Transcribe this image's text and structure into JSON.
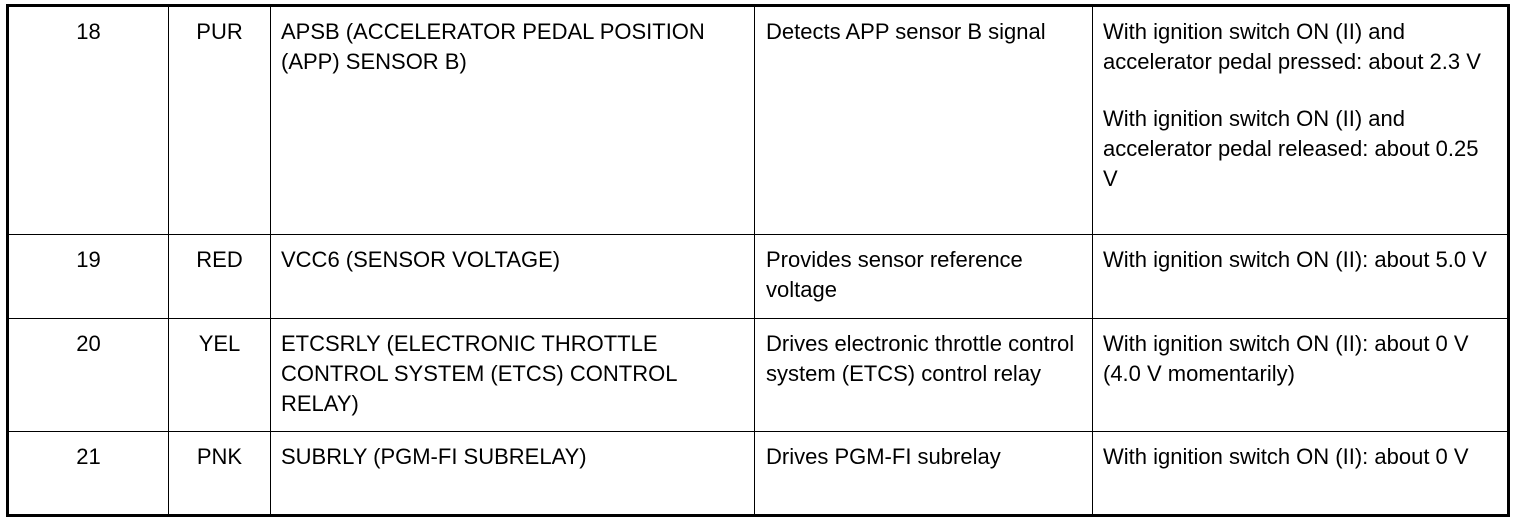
{
  "rows": [
    {
      "number": "18",
      "wire_color": "PUR",
      "terminal_name": "APSB (ACCELERATOR PEDAL POSITION (APP) SENSOR B)",
      "description": "Detects APP sensor B signal",
      "signal": [
        "With ignition switch ON (II) and accelerator pedal pressed: about 2.3 V",
        "With ignition switch ON (II) and accelerator pedal released: about 0.25 V"
      ]
    },
    {
      "number": "19",
      "wire_color": "RED",
      "terminal_name": "VCC6 (SENSOR VOLTAGE)",
      "description": "Provides sensor reference voltage",
      "signal": [
        "With ignition switch ON (II): about 5.0 V"
      ]
    },
    {
      "number": "20",
      "wire_color": "YEL",
      "terminal_name": "ETCSRLY (ELECTRONIC THROTTLE CONTROL SYSTEM (ETCS) CONTROL RELAY)",
      "description": "Drives electronic throttle control system (ETCS) control relay",
      "signal": [
        "With ignition switch ON (II): about 0 V (4.0 V momentarily)"
      ]
    },
    {
      "number": "21",
      "wire_color": "PNK",
      "terminal_name": "SUBRLY (PGM-FI SUBRELAY)",
      "description": "Drives PGM-FI subrelay",
      "signal": [
        "With ignition switch ON (II): about 0 V"
      ]
    }
  ]
}
